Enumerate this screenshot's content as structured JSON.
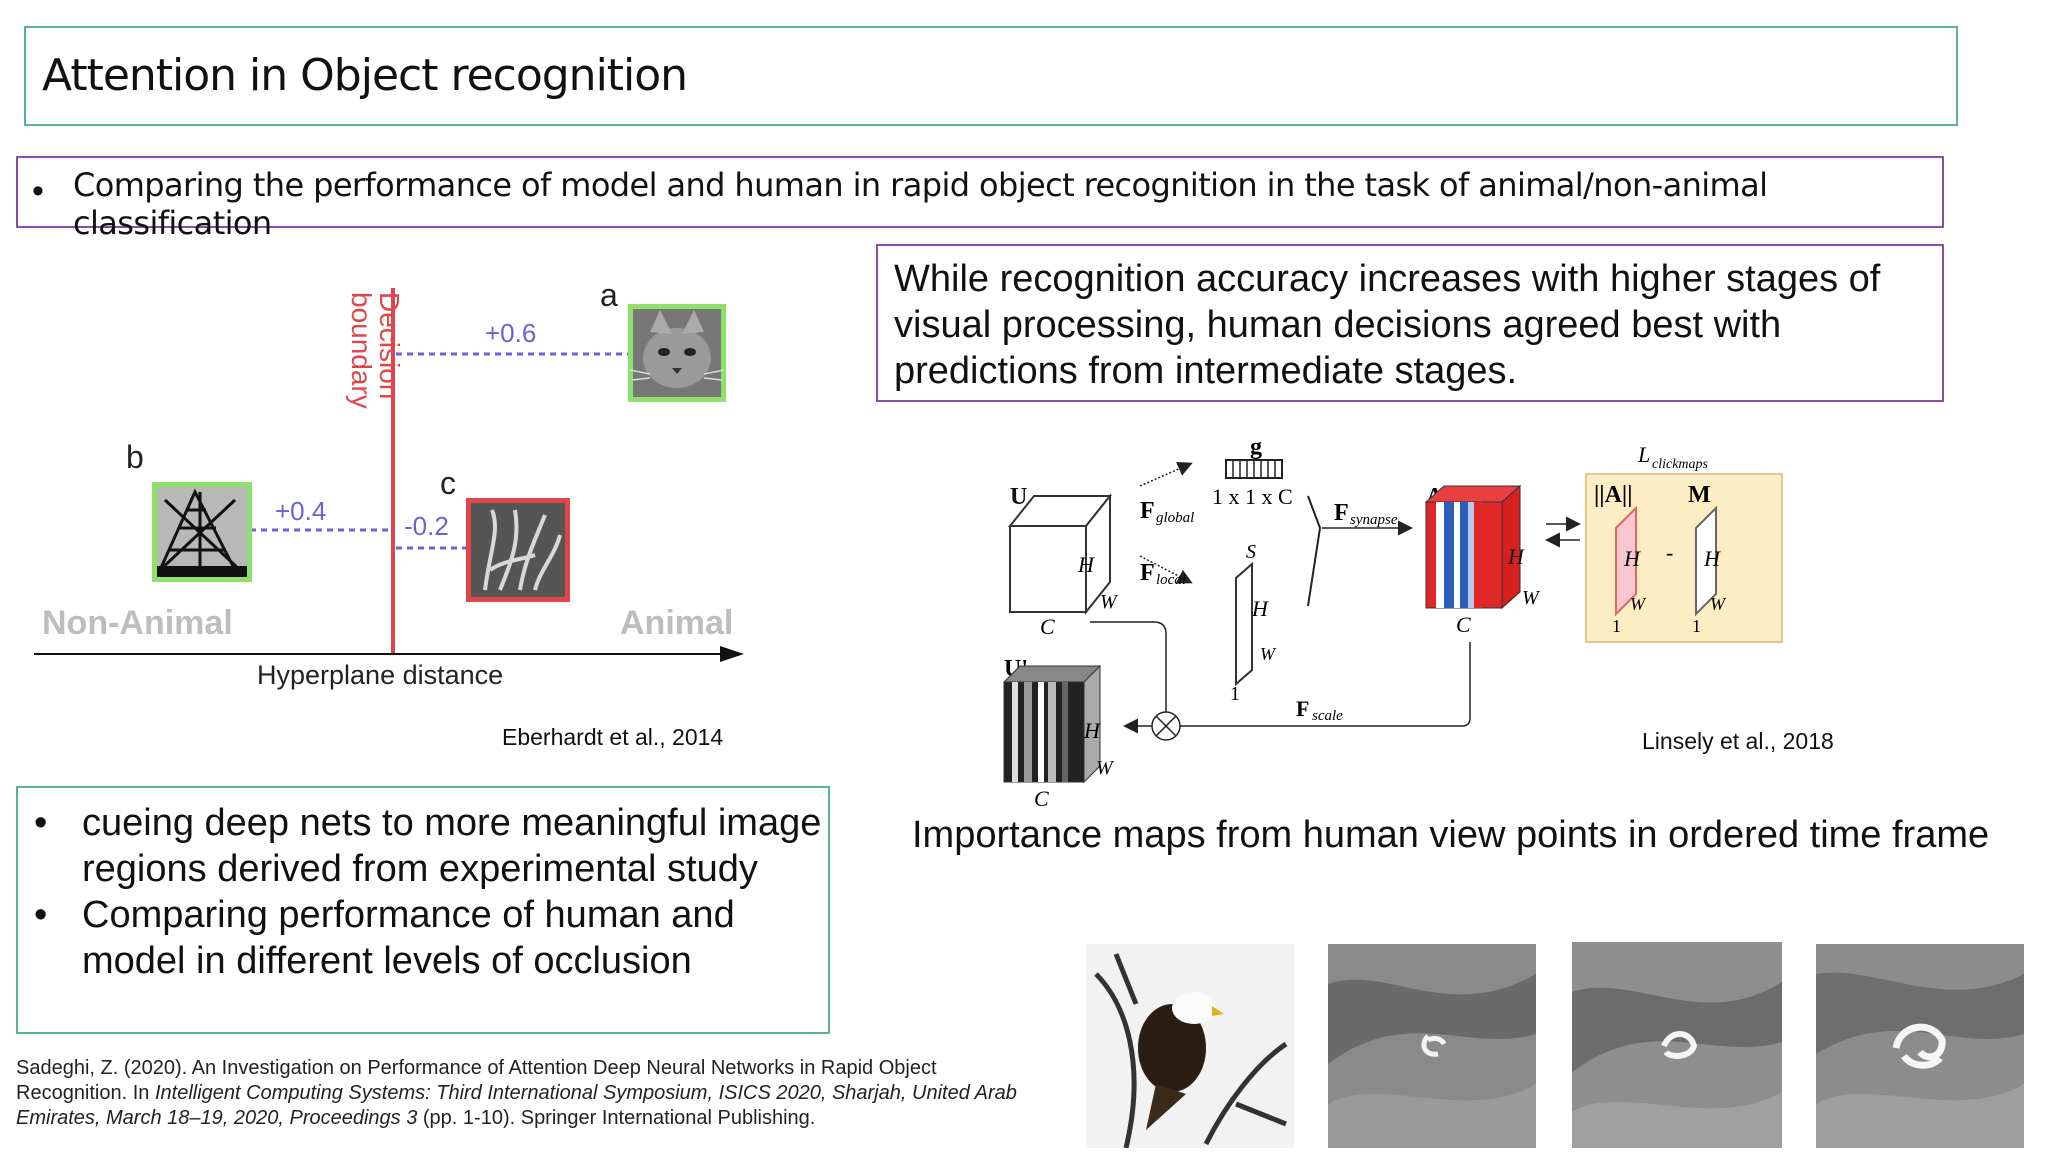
{
  "title": "Attention in Object recognition",
  "top_bullet": "Comparing the performance of model and human in rapid object recognition in the task of animal/non-animal classification",
  "quote": "While recognition accuracy increases with higher stages of visual processing, human decisions agreed best with predictions from intermediate stages.",
  "left_figure": {
    "decision_line1": "Decision",
    "decision_line2": "boundary",
    "label_a": "a",
    "label_b": "b",
    "label_c": "c",
    "val_a": "+0.6",
    "val_b": "+0.4",
    "val_c": "-0.2",
    "non_animal": "Non-Animal",
    "animal": "Animal",
    "axis": "Hyperplane distance",
    "citation": "Eberhardt et al., 2014"
  },
  "right_figure": {
    "g": "g",
    "g_dims": "1 x 1 x C",
    "U": "U",
    "U_prime": "U'",
    "A": "A",
    "absA": "||A||",
    "M": "M",
    "minus": "-",
    "F": "F",
    "global": "global",
    "local": "local",
    "synapse": "synapse",
    "scale": "scale",
    "L": "L",
    "clickmaps": "clickmaps",
    "H": "H",
    "W": "W",
    "C": "C",
    "S": "S",
    "one": "1",
    "citation": "Linsely et al., 2018"
  },
  "caption": "Importance maps from human view points in ordered time frame",
  "cue_bullets": [
    "cueing deep nets to more meaningful image regions derived from experimental study",
    "Comparing performance of human and model in different levels of occlusion"
  ],
  "reference": {
    "part1": "Sadeghi, Z. (2020). An Investigation on Performance of Attention Deep Neural Networks in Rapid Object Recognition. In ",
    "italic": "Intelligent Computing Systems: Third International Symposium, ISICS 2020, Sharjah, United Arab Emirates, March 18–19, 2020, Proceedings 3",
    "part2": " (pp. 1-10). Springer International Publishing."
  },
  "colors": {
    "green_border": "#58b48a",
    "purple_border": "#8b4ea6",
    "decision_red": "#e0454b",
    "dash_blue": "#6a62d6",
    "thumb_green": "#8ee06a",
    "thumb_red": "#e0454b"
  }
}
